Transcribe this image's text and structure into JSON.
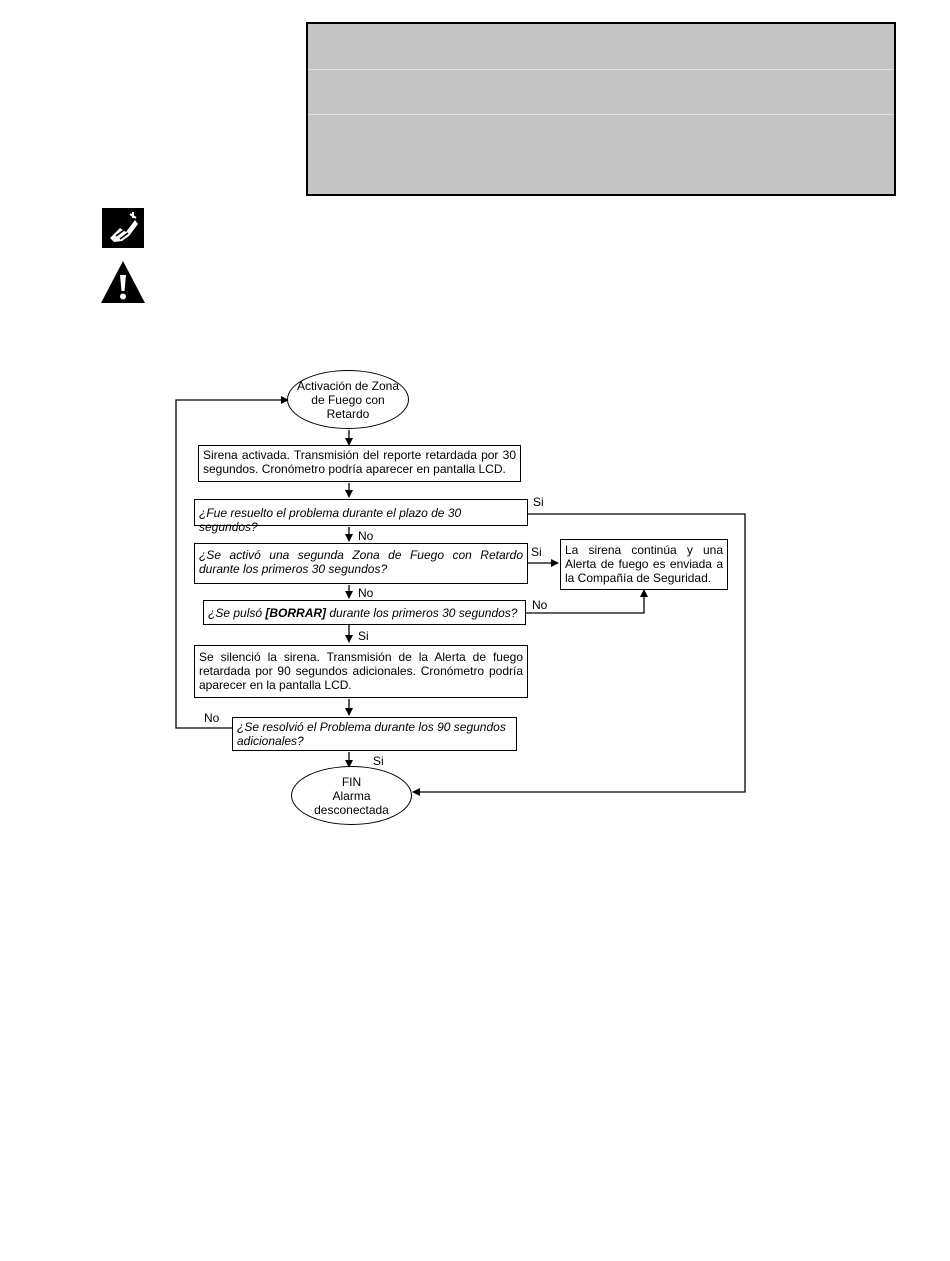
{
  "header_table": {
    "rows": [
      "",
      "",
      ""
    ]
  },
  "icons": {
    "note": "note-hand-icon",
    "warning": "warning-exclamation-icon"
  },
  "flow": {
    "start": [
      "Activación de Zona",
      "de Fuego con",
      "Retardo"
    ],
    "box1": "Sirena activada. Transmisión del reporte retardada por 30 segundos. Cronómetro podría aparecer en pantalla LCD.",
    "q1": "¿Fue resuelto el problema durante el plazo de 30 segundos?",
    "q2": "¿Se activó una segunda Zona de Fuego con Retardo durante los primeros 30 segundos?",
    "alert_box": "La sirena continúa y una Alerta de fuego es enviada a la Compañía de Seguridad.",
    "q3_pre": "¿Se pulsó ",
    "q3_bold": "[BORRAR]",
    "q3_post": " durante los primeros 30 segundos?",
    "box2": "Se silenció la sirena. Transmisión de la Alerta de fuego retardada por 90 segundos adicionales. Cronómetro podría aparecer en la pantalla LCD.",
    "q4": "¿Se resolvió el Problema durante los 90 segundos adicionales?",
    "end": [
      "FIN",
      "Alarma",
      "desconectada"
    ],
    "labels": {
      "yes": "Si",
      "no": "No"
    }
  }
}
